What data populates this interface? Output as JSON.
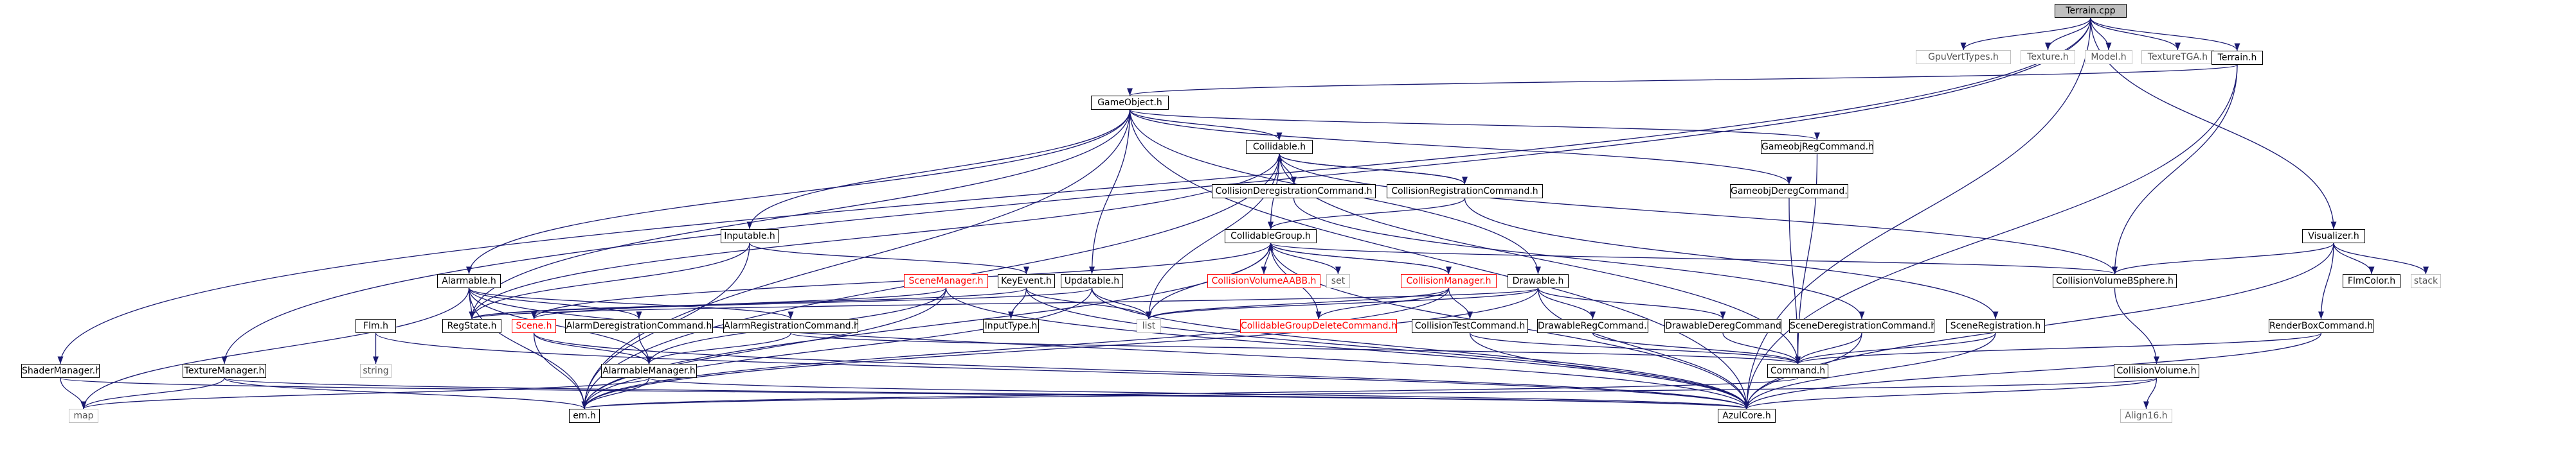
{
  "nodes": [
    {
      "id": "terrain_cpp",
      "label": "Terrain.cpp",
      "style": "root"
    },
    {
      "id": "gpuverttypes_h",
      "label": "GpuVertTypes.h",
      "style": "gray"
    },
    {
      "id": "texture_h",
      "label": "Texture.h",
      "style": "gray"
    },
    {
      "id": "model_h",
      "label": "Model.h",
      "style": "gray"
    },
    {
      "id": "texturetga_h",
      "label": "TextureTGA.h",
      "style": "gray"
    },
    {
      "id": "terrain_h",
      "label": "Terrain.h",
      "style": "normal"
    },
    {
      "id": "gameobject_h",
      "label": "GameObject.h",
      "style": "normal"
    },
    {
      "id": "collidable_h",
      "label": "Collidable.h",
      "style": "normal"
    },
    {
      "id": "gameobjregcommand_h",
      "label": "GameobjRegCommand.h",
      "style": "normal"
    },
    {
      "id": "gameobjderegcommand_h",
      "label": "GameobjDeregCommand.h",
      "style": "normal"
    },
    {
      "id": "collisionderegistrationcommand_h",
      "label": "CollisionDeregistrationCommand.h",
      "style": "normal"
    },
    {
      "id": "collisionregistrationcommand_h",
      "label": "CollisionRegistrationCommand.h",
      "style": "normal"
    },
    {
      "id": "inputable_h",
      "label": "Inputable.h",
      "style": "normal"
    },
    {
      "id": "collidablegroup_h",
      "label": "CollidableGroup.h",
      "style": "normal"
    },
    {
      "id": "collisionvolumeaabb_h",
      "label": "CollisionVolumeAABB.h",
      "style": "red"
    },
    {
      "id": "set",
      "label": "set",
      "style": "gray"
    },
    {
      "id": "alarmable_h",
      "label": "Alarmable.h",
      "style": "normal"
    },
    {
      "id": "scenemanager_h",
      "label": "SceneManager.h",
      "style": "red"
    },
    {
      "id": "keyevent_h",
      "label": "KeyEvent.h",
      "style": "normal"
    },
    {
      "id": "updatable_h",
      "label": "Updatable.h",
      "style": "normal"
    },
    {
      "id": "collisionmanager_h",
      "label": "CollisionManager.h",
      "style": "red"
    },
    {
      "id": "drawable_h",
      "label": "Drawable.h",
      "style": "normal"
    },
    {
      "id": "collisionvolumebsphere_h",
      "label": "CollisionVolumeBSphere.h",
      "style": "normal"
    },
    {
      "id": "visualizer_h",
      "label": "Visualizer.h",
      "style": "normal"
    },
    {
      "id": "list",
      "label": "list",
      "style": "gray"
    },
    {
      "id": "regstate_h",
      "label": "RegState.h",
      "style": "normal"
    },
    {
      "id": "scene_h",
      "label": "Scene.h",
      "style": "red"
    },
    {
      "id": "alarmderegistrationcommand_h",
      "label": "AlarmDeregistrationCommand.h",
      "style": "normal"
    },
    {
      "id": "alarmregistrationcommand_h",
      "label": "AlarmRegistrationCommand.h",
      "style": "normal"
    },
    {
      "id": "inputtype_h",
      "label": "InputType.h",
      "style": "normal"
    },
    {
      "id": "collidablegroupdeletecommand_h",
      "label": "CollidableGroupDeleteCommand.h",
      "style": "red"
    },
    {
      "id": "collisiontestcommand_h",
      "label": "CollisionTestCommand.h",
      "style": "normal"
    },
    {
      "id": "drawableregcommand_h",
      "label": "DrawableRegCommand.h",
      "style": "normal"
    },
    {
      "id": "drawablederegcommand_h",
      "label": "DrawableDeregCommand.h",
      "style": "normal"
    },
    {
      "id": "scenederegistrationcommand_h",
      "label": "SceneDeregistrationCommand.h",
      "style": "normal"
    },
    {
      "id": "sceneregistration_h",
      "label": "SceneRegistration.h",
      "style": "normal"
    },
    {
      "id": "fmcolor_h",
      "label": "FlmColor.h",
      "style": "normal"
    },
    {
      "id": "stack",
      "label": "stack",
      "style": "gray"
    },
    {
      "id": "rendererboxcommand_h",
      "label": "RenderBoxCommand.h",
      "style": "normal"
    },
    {
      "id": "flm_h",
      "label": "Flm.h",
      "style": "normal"
    },
    {
      "id": "string",
      "label": "string",
      "style": "gray"
    },
    {
      "id": "alarmablemanager_h",
      "label": "AlarmableManager.h",
      "style": "normal"
    },
    {
      "id": "command_h",
      "label": "Command.h",
      "style": "normal"
    },
    {
      "id": "collisionvolume_h",
      "label": "CollisionVolume.h",
      "style": "normal"
    },
    {
      "id": "shadermanager_h",
      "label": "ShaderManager.h",
      "style": "normal"
    },
    {
      "id": "texturemanager_h",
      "label": "TextureManager.h",
      "style": "normal"
    },
    {
      "id": "map",
      "label": "map",
      "style": "gray"
    },
    {
      "id": "em_h",
      "label": "em.h",
      "style": "normal"
    },
    {
      "id": "azulcore_h",
      "label": "AzulCore.h",
      "style": "normal"
    },
    {
      "id": "align16_h",
      "label": "Align16.h",
      "style": "gray"
    }
  ],
  "edges": [
    [
      "terrain_cpp",
      "gpuverttypes_h"
    ],
    [
      "terrain_cpp",
      "texture_h"
    ],
    [
      "terrain_cpp",
      "model_h"
    ],
    [
      "terrain_cpp",
      "texturetga_h"
    ],
    [
      "terrain_cpp",
      "terrain_h"
    ],
    [
      "terrain_cpp",
      "visualizer_h"
    ],
    [
      "terrain_cpp",
      "shadermanager_h"
    ],
    [
      "terrain_cpp",
      "texturemanager_h"
    ],
    [
      "terrain_cpp",
      "azulcore_h"
    ],
    [
      "terrain_h",
      "gameobject_h"
    ],
    [
      "terrain_h",
      "collisionvolumebsphere_h"
    ],
    [
      "terrain_h",
      "azulcore_h"
    ],
    [
      "gameobject_h",
      "collidable_h"
    ],
    [
      "gameobject_h",
      "gameobjregcommand_h"
    ],
    [
      "gameobject_h",
      "gameobjderegcommand_h"
    ],
    [
      "gameobject_h",
      "inputable_h"
    ],
    [
      "gameobject_h",
      "alarmable_h"
    ],
    [
      "gameobject_h",
      "updatable_h"
    ],
    [
      "gameobject_h",
      "drawable_h"
    ],
    [
      "gameobject_h",
      "regstate_h"
    ],
    [
      "gameobject_h",
      "em_h"
    ],
    [
      "gameobject_h",
      "azulcore_h"
    ],
    [
      "collidable_h",
      "collisionderegistrationcommand_h"
    ],
    [
      "collidable_h",
      "collisionregistrationcommand_h"
    ],
    [
      "collidable_h",
      "collidablegroup_h"
    ],
    [
      "collidable_h",
      "collisionvolumebsphere_h"
    ],
    [
      "collidable_h",
      "list"
    ],
    [
      "collidable_h",
      "regstate_h"
    ],
    [
      "collidable_h",
      "command_h"
    ],
    [
      "collidable_h",
      "em_h"
    ],
    [
      "collisionregistrationcommand_h",
      "collidable_h"
    ],
    [
      "collisionderegistrationcommand_h",
      "scenederegistrationcommand_h"
    ],
    [
      "collisionregistrationcommand_h",
      "collidablegroup_h"
    ],
    [
      "collisionregistrationcommand_h",
      "sceneregistration_h"
    ],
    [
      "gameobjregcommand_h",
      "command_h"
    ],
    [
      "gameobjderegcommand_h",
      "command_h"
    ],
    [
      "inputable_h",
      "keyevent_h"
    ],
    [
      "inputable_h",
      "regstate_h"
    ],
    [
      "inputable_h",
      "em_h"
    ],
    [
      "collidablegroup_h",
      "collisionvolumeaabb_h"
    ],
    [
      "collidablegroup_h",
      "set"
    ],
    [
      "collidablegroup_h",
      "collisionmanager_h"
    ],
    [
      "collidablegroup_h",
      "collisionvolumebsphere_h"
    ],
    [
      "collidablegroup_h",
      "list"
    ],
    [
      "collidablegroup_h",
      "scene_h"
    ],
    [
      "collidablegroup_h",
      "collidablegroupdeletecommand_h"
    ],
    [
      "collidablegroup_h",
      "azulcore_h"
    ],
    [
      "collidablegroup_h",
      "em_h"
    ],
    [
      "alarmable_h",
      "alarmderegistrationcommand_h"
    ],
    [
      "alarmable_h",
      "alarmregistrationcommand_h"
    ],
    [
      "alarmable_h",
      "alarmablemanager_h"
    ],
    [
      "alarmable_h",
      "regstate_h"
    ],
    [
      "alarmable_h",
      "em_h"
    ],
    [
      "alarmable_h",
      "map"
    ],
    [
      "alarmable_h",
      "azulcore_h"
    ],
    [
      "scenemanager_h",
      "scene_h"
    ],
    [
      "scenemanager_h",
      "em_h"
    ],
    [
      "scenemanager_h",
      "alarmablemanager_h"
    ],
    [
      "scenemanager_h",
      "azulcore_h"
    ],
    [
      "keyevent_h",
      "inputtype_h"
    ],
    [
      "keyevent_h",
      "list"
    ],
    [
      "keyevent_h",
      "regstate_h"
    ],
    [
      "keyevent_h",
      "azulcore_h"
    ],
    [
      "updatable_h",
      "list"
    ],
    [
      "updatable_h",
      "regstate_h"
    ],
    [
      "updatable_h",
      "em_h"
    ],
    [
      "updatable_h",
      "azulcore_h"
    ],
    [
      "collisionmanager_h",
      "collidablegroupdeletecommand_h"
    ],
    [
      "collisionmanager_h",
      "collisiontestcommand_h"
    ],
    [
      "collisionmanager_h",
      "list"
    ],
    [
      "collisionmanager_h",
      "em_h"
    ],
    [
      "collisionmanager_h",
      "collidablegroup_h"
    ],
    [
      "drawable_h",
      "drawableregcommand_h"
    ],
    [
      "drawable_h",
      "drawablederegcommand_h"
    ],
    [
      "drawable_h",
      "regstate_h"
    ],
    [
      "drawable_h",
      "list"
    ],
    [
      "drawable_h",
      "em_h"
    ],
    [
      "drawable_h",
      "azulcore_h"
    ],
    [
      "collisionvolumebsphere_h",
      "collisionvolume_h"
    ],
    [
      "visualizer_h",
      "collisionvolumebsphere_h"
    ],
    [
      "visualizer_h",
      "fmcolor_h"
    ],
    [
      "visualizer_h",
      "stack"
    ],
    [
      "visualizer_h",
      "rendererboxcommand_h"
    ],
    [
      "visualizer_h",
      "azulcore_h"
    ],
    [
      "scene_h",
      "alarmablemanager_h"
    ],
    [
      "scene_h",
      "em_h"
    ],
    [
      "scene_h",
      "azulcore_h"
    ],
    [
      "alarmderegistrationcommand_h",
      "alarmablemanager_h"
    ],
    [
      "alarmregistrationcommand_h",
      "alarmablemanager_h"
    ],
    [
      "alarmregistrationcommand_h",
      "command_h"
    ],
    [
      "collisiontestcommand_h",
      "command_h"
    ],
    [
      "collisiontestcommand_h",
      "azulcore_h"
    ],
    [
      "drawableregcommand_h",
      "command_h"
    ],
    [
      "drawablederegcommand_h",
      "command_h"
    ],
    [
      "scenederegistrationcommand_h",
      "command_h"
    ],
    [
      "scenederegistrationcommand_h",
      "azulcore_h"
    ],
    [
      "sceneregistration_h",
      "command_h"
    ],
    [
      "sceneregistration_h",
      "azulcore_h"
    ],
    [
      "rendererboxcommand_h",
      "command_h"
    ],
    [
      "rendererboxcommand_h",
      "azulcore_h"
    ],
    [
      "flm_h",
      "string"
    ],
    [
      "flm_h",
      "azulcore_h"
    ],
    [
      "alarmablemanager_h",
      "map"
    ],
    [
      "alarmablemanager_h",
      "em_h"
    ],
    [
      "alarmablemanager_h",
      "azulcore_h"
    ],
    [
      "command_h",
      "em_h"
    ],
    [
      "collisionvolume_h",
      "align16_h"
    ],
    [
      "collisionvolume_h",
      "azulcore_h"
    ],
    [
      "collisionvolume_h",
      "em_h"
    ],
    [
      "shadermanager_h",
      "map"
    ],
    [
      "shadermanager_h",
      "azulcore_h"
    ],
    [
      "texturemanager_h",
      "map"
    ],
    [
      "texturemanager_h",
      "azulcore_h"
    ],
    [
      "texturemanager_h",
      "em_h"
    ]
  ]
}
